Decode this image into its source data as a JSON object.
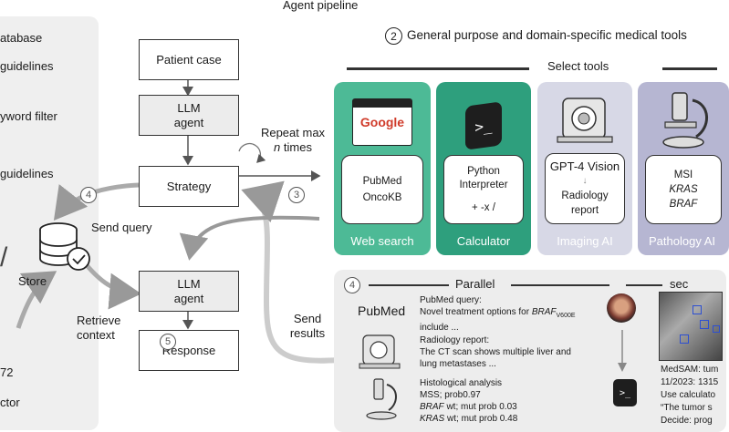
{
  "header": {
    "pipeline_title": "Agent pipeline",
    "section2_number": "2",
    "section2_title": "General purpose and domain-specific medical tools",
    "select_tools": "Select tools"
  },
  "left_panel": {
    "items": [
      "atabase",
      "guidelines",
      "yword filter",
      "guidelines",
      "72",
      "ctor"
    ]
  },
  "flow": {
    "patient_case": "Patient case",
    "llm_agent_line1": "LLM",
    "llm_agent_line2": "agent",
    "strategy": "Strategy",
    "response": "Response",
    "repeat_line1": "Repeat max",
    "repeat_n": "n",
    "repeat_line2": " times",
    "send_query": "Send query",
    "store": "Store",
    "retrieve_line1": "Retrieve",
    "retrieve_line2": "context",
    "send_results_line1": "Send",
    "send_results_line2": "results",
    "step3": "3",
    "step4": "4",
    "step5": "5"
  },
  "tools": [
    {
      "title": "Web search",
      "color": "#4dba96",
      "lines": [
        "PubMed",
        "OncoKB"
      ],
      "logo": "Google"
    },
    {
      "title": "Calculator",
      "color": "#2e9f7d",
      "lines": [
        "Python",
        "Interpreter",
        "",
        "+ -x /"
      ]
    },
    {
      "title": "Imaging AI",
      "color": "#d7d8e6",
      "lines": [
        "GPT-4 Vision",
        "Radiology",
        "report"
      ]
    },
    {
      "title": "Pathology AI",
      "color": "#b6b6d2",
      "lines": [
        "MSI",
        "KRAS",
        "BRAF"
      ]
    }
  ],
  "retrieval": {
    "step4": "4",
    "parallel": "Parallel",
    "seq_label": "sec",
    "pubmed_label": "PubMed",
    "pubmed_query_title": "PubMed query:",
    "pubmed_query_text1": "Novel treatment options for ",
    "pubmed_query_braf": "BRAF",
    "pubmed_query_sub": "V600E",
    "pubmed_query_text2": "include ...",
    "radiology_title": "Radiology report:",
    "radiology_text1": "The CT scan shows multiple liver and",
    "radiology_text2": "lung metastases ...",
    "histology_title": "Histological analysis",
    "histology_mss": "MSS; prob0.97",
    "histology_braf_gene": "BRAF",
    "histology_braf_rest": " wt; mut prob 0.03",
    "histology_kras_gene": "KRAS",
    "histology_kras_rest": " wt; mut prob 0.48",
    "seq_lines": [
      "MedSAM: tum",
      "11/2023: 1315",
      "Use calculato",
      "“The tumor s",
      "Decide: prog"
    ]
  },
  "colors": {
    "web_search": "#4dba96",
    "calculator": "#2e9f7d",
    "imaging_ai": "#d7d8e6",
    "pathology_ai": "#b6b6d2",
    "google_red": "#d03b2a"
  }
}
